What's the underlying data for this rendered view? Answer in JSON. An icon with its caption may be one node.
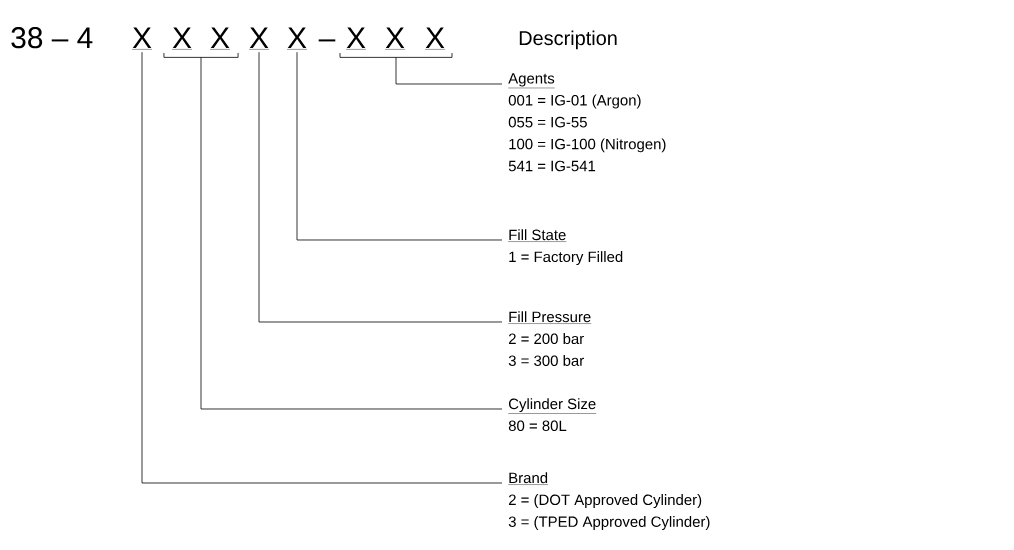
{
  "diagram": {
    "nodes": [
      {
        "text": [
          "X"
        ]
      },
      {
        "text": [
          "X"
        ]
      },
      {
        "text": [
          "X"
        ]
      },
      {
        "text": [
          "X"
        ]
      },
      {
        "text": [
          "X"
        ]
      },
      {
        "text": [
          "X"
        ]
      },
      {
        "text": [
          "X"
        ]
      },
      {
        "text": [
          "X"
        ]
      },
      {
        "text": [],
        "shape": "bracket"
      },
      {
        "text": [],
        "shape": "bracket"
      },
      {
        "text": [
          "Agents",
          "001 = IG-01 (Argon)",
          "055 = IG-55",
          "100 = IG-100 (Nitrogen)",
          "541 = IG-541"
        ]
      },
      {
        "text": [
          "Fill State",
          "1 = Factory Filled"
        ]
      },
      {
        "text": [
          "Fill Pressure",
          "2 = 200 bar",
          "3 = 300 bar"
        ]
      },
      {
        "text": [
          "Cylinder Size",
          "80 = 80L"
        ]
      },
      {
        "text": [
          "Brand",
          "2 = (DOT Approved Cylinder)",
          "3 = (TPED Approved Cylinder)"
        ]
      }
    ],
    "edges": [
      {
        "from": 10,
        "to": 9,
        "arrow": "none"
      },
      {
        "from": 11,
        "to": 4,
        "arrow": "none"
      },
      {
        "from": 12,
        "to": 3,
        "arrow": "none"
      },
      {
        "from": 13,
        "to": 8,
        "arrow": "none"
      },
      {
        "from": 14,
        "to": 0,
        "arrow": "none"
      }
    ],
    "labels": [
      "38 – 4",
      "–",
      "Description"
    ]
  }
}
